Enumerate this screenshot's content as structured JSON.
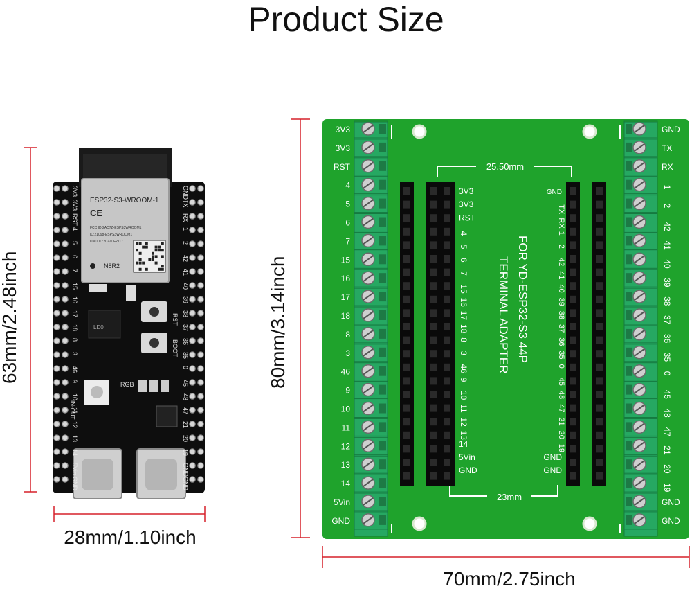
{
  "title": "Product Size",
  "left_board": {
    "height_label": "63mm/2.48inch",
    "width_label": "28mm/1.10inch",
    "module_name": "ESP32-S3-WROOM-1",
    "module_variant": "N8R2",
    "module_fcc": "FCC ID:2AC7Z-ESPS3WROOM1",
    "module_ic": "IC:21098-ESPS3WROOM1",
    "module_unit": "UNIT ID:2022DF2117",
    "labels": {
      "rst": "RST",
      "boot": "BOOT",
      "rgb": "RGB",
      "inout": "IN-OUT",
      "ldo": "LD0",
      "vin": "5Vin",
      "gnd": "GND"
    },
    "left_pins": [
      "3V3",
      "3V3",
      "RST",
      "4",
      "5",
      "6",
      "7",
      "15",
      "16",
      "17",
      "18",
      "8",
      "3",
      "46",
      "9",
      "10",
      "11",
      "12",
      "13",
      "14",
      "5Vin",
      "GND"
    ],
    "right_pins": [
      "GND",
      "TX",
      "RX",
      "1",
      "2",
      "42",
      "41",
      "40",
      "39",
      "38",
      "37",
      "36",
      "35",
      "0",
      "45",
      "48",
      "47",
      "21",
      "20",
      "19",
      "GND",
      "GND"
    ]
  },
  "right_board": {
    "height_label": "80mm/3.14inch",
    "width_label": "70mm/2.75inch",
    "inner_top_label": "25.50mm",
    "inner_bottom_label": "23mm",
    "center_line1": "TERMINAL ADAPTER",
    "center_line2": "FOR YD-ESP32-S3 44P",
    "left_pins": [
      "3V3",
      "3V3",
      "RST",
      "4",
      "5",
      "6",
      "7",
      "15",
      "16",
      "17",
      "18",
      "8",
      "3",
      "46",
      "9",
      "10",
      "11",
      "12",
      "13",
      "14",
      "5Vin",
      "GND"
    ],
    "right_pins": [
      "GND",
      "TX",
      "RX",
      "1",
      "2",
      "42",
      "41",
      "40",
      "39",
      "38",
      "37",
      "36",
      "35",
      "0",
      "45",
      "48",
      "47",
      "21",
      "20",
      "19",
      "GND",
      "GND"
    ],
    "header_left_labels": [
      "3V3",
      "3V3",
      "RST",
      "4",
      "5",
      "6",
      "7",
      "15",
      "16",
      "17",
      "18",
      "8",
      "3",
      "46",
      "9",
      "10",
      "11",
      "12",
      "13",
      "14",
      "5Vin",
      "GND"
    ],
    "header_right_labels": [
      "GND",
      "TX",
      "RX",
      "1",
      "2",
      "42",
      "41",
      "40",
      "39",
      "38",
      "37",
      "36",
      "35",
      "0",
      "45",
      "48",
      "47",
      "21",
      "20",
      "19",
      "GND",
      "GND"
    ],
    "colors": {
      "pcb": "#1fa32c",
      "terminal": "#26a862",
      "header": "#0a0a0a",
      "dim_line": "#d6202a"
    }
  }
}
